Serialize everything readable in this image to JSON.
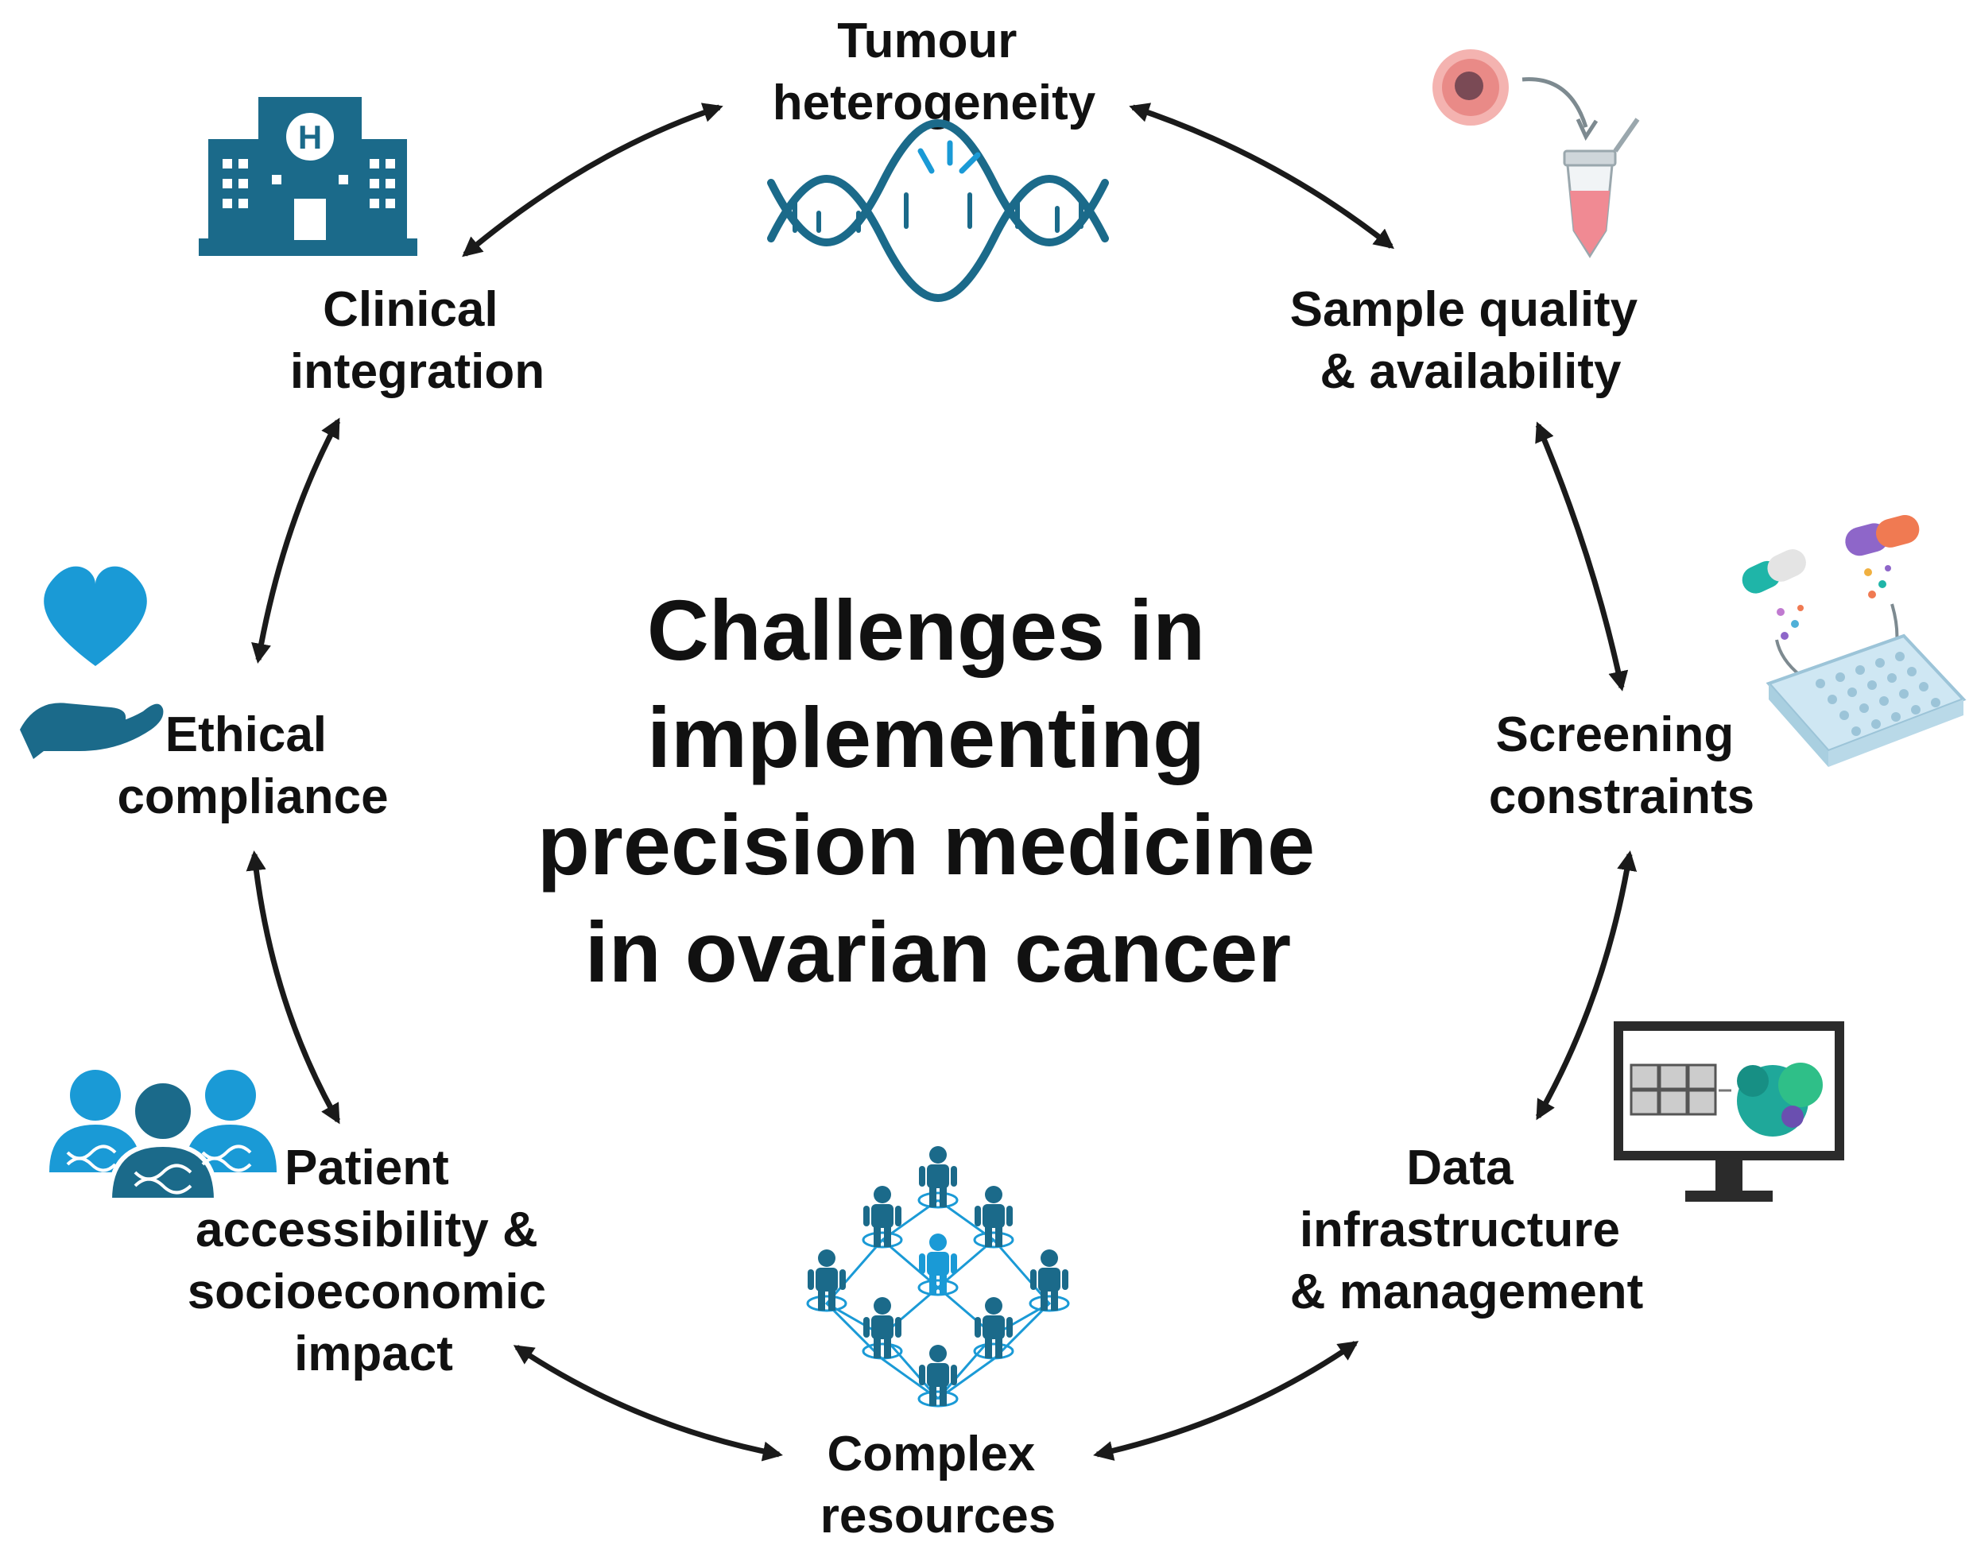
{
  "title_lines": [
    "Challenges in",
    "implementing",
    "precision medicine",
    "in ovarian cancer"
  ],
  "nodes": [
    {
      "id": "tumour",
      "lines": [
        "Tumour",
        "heterogeneity"
      ],
      "icon": "dna-icon"
    },
    {
      "id": "sample",
      "lines": [
        "Sample quality",
        "& availability"
      ],
      "icon": "sample-tube-icon"
    },
    {
      "id": "screening",
      "lines": [
        "Screening",
        "constraints"
      ],
      "icon": "drug-screening-plate-icon"
    },
    {
      "id": "data",
      "lines": [
        "Data",
        "infrastructure",
        "& management"
      ],
      "icon": "computer-monitor-icon"
    },
    {
      "id": "complex",
      "lines": [
        "Complex",
        "resources"
      ],
      "icon": "people-network-icon"
    },
    {
      "id": "patient",
      "lines": [
        "Patient",
        "accessibility &",
        "socioeconomic",
        "impact"
      ],
      "icon": "patient-group-icon"
    },
    {
      "id": "ethical",
      "lines": [
        "Ethical",
        "compliance"
      ],
      "icon": "heart-hand-icon"
    },
    {
      "id": "clinical",
      "lines": [
        "Clinical",
        "integration"
      ],
      "icon": "hospital-icon"
    }
  ],
  "colors": {
    "icon_dark": "#1b6a8a",
    "icon_light": "#1a9ad6",
    "text": "#111111",
    "arrow": "#1a1a1a",
    "tube_fill": "#f08a93",
    "capsule_teal": "#1fb5a8",
    "capsule_purple": "#8e66c9",
    "capsule_orange": "#f07a52",
    "plate": "#cfe7f3"
  }
}
